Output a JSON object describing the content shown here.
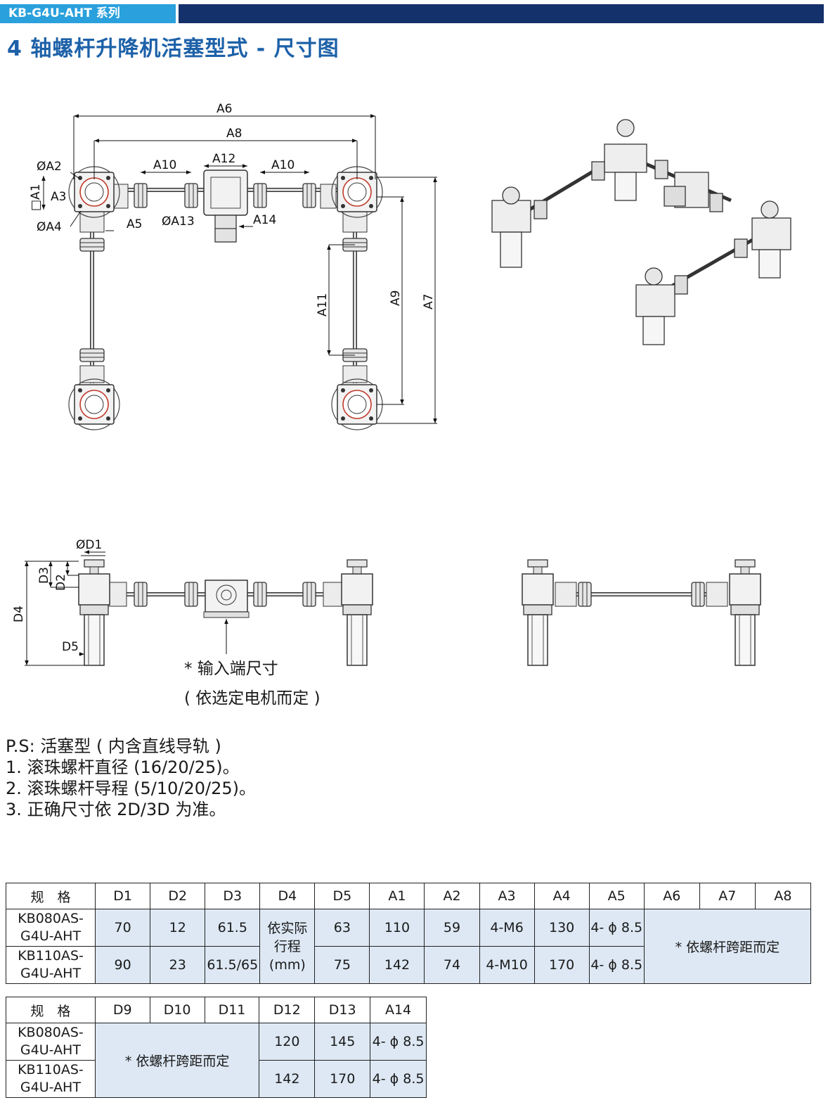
{
  "header": {
    "series": "KB-G4U-AHT 系列",
    "title": "4 轴螺杆升降机活塞型式 - 尺寸图"
  },
  "top_view_labels": {
    "a6": "A6",
    "a8": "A8",
    "a10_left": "A10",
    "a12": "A12",
    "a10_right": "A10",
    "a2": "ØA2",
    "a1": "□A1",
    "a3": "A3",
    "a4": "ØA4",
    "a5": "A5",
    "a13": "ØA13",
    "a14": "A14",
    "a11": "A11",
    "a9": "A9",
    "a7": "A7"
  },
  "front_view_labels": {
    "d1": "ØD1",
    "d3": "D3",
    "d2": "D2",
    "d4": "D4",
    "d5": "D5"
  },
  "input_note": {
    "line1": "* 输入端尺寸",
    "line2": "( 依选定电机而定 )"
  },
  "notes": [
    "P.S: 活塞型 ( 内含直线导轨 )",
    "1. 滚珠螺杆直径 (16/20/25)。",
    "2. 滚珠螺杆导程 (5/10/20/25)。",
    "3. 正确尺寸依 2D/3D 为准。"
  ],
  "table1": {
    "headers": [
      "规　格",
      "D1",
      "D2",
      "D3",
      "D4",
      "D5",
      "A1",
      "A2",
      "A3",
      "A4",
      "A5",
      "A6",
      "A7",
      "A8"
    ],
    "rows": [
      {
        "model": "KB080AS-\nG4U-AHT",
        "d1": "70",
        "d2": "12",
        "d3": "61.5",
        "d5": "63",
        "a1": "110",
        "a2": "59",
        "a3": "4-M6",
        "a4": "130",
        "a5": "4- ϕ 8.5"
      },
      {
        "model": "KB110AS-\nG4U-AHT",
        "d1": "90",
        "d2": "23",
        "d3": "61.5/65",
        "d5": "75",
        "a1": "142",
        "a2": "74",
        "a3": "4-M10",
        "a4": "170",
        "a5": "4- ϕ 8.5"
      }
    ],
    "d4_merged": "依实际\n行程\n(mm)",
    "a6_a8_merged": "* 依螺杆跨距而定"
  },
  "table2": {
    "headers": [
      "规　格",
      "D9",
      "D10",
      "D11",
      "D12",
      "D13",
      "A14"
    ],
    "rows": [
      {
        "model": "KB080AS-\nG4U-AHT",
        "d12": "120",
        "d13": "145",
        "a14": "4- ϕ 8.5"
      },
      {
        "model": "KB110AS-\nG4U-AHT",
        "d12": "142",
        "d13": "170",
        "a14": "4- ϕ 8.5"
      }
    ],
    "d9_d11_merged": "* 依螺杆跨距而定"
  }
}
